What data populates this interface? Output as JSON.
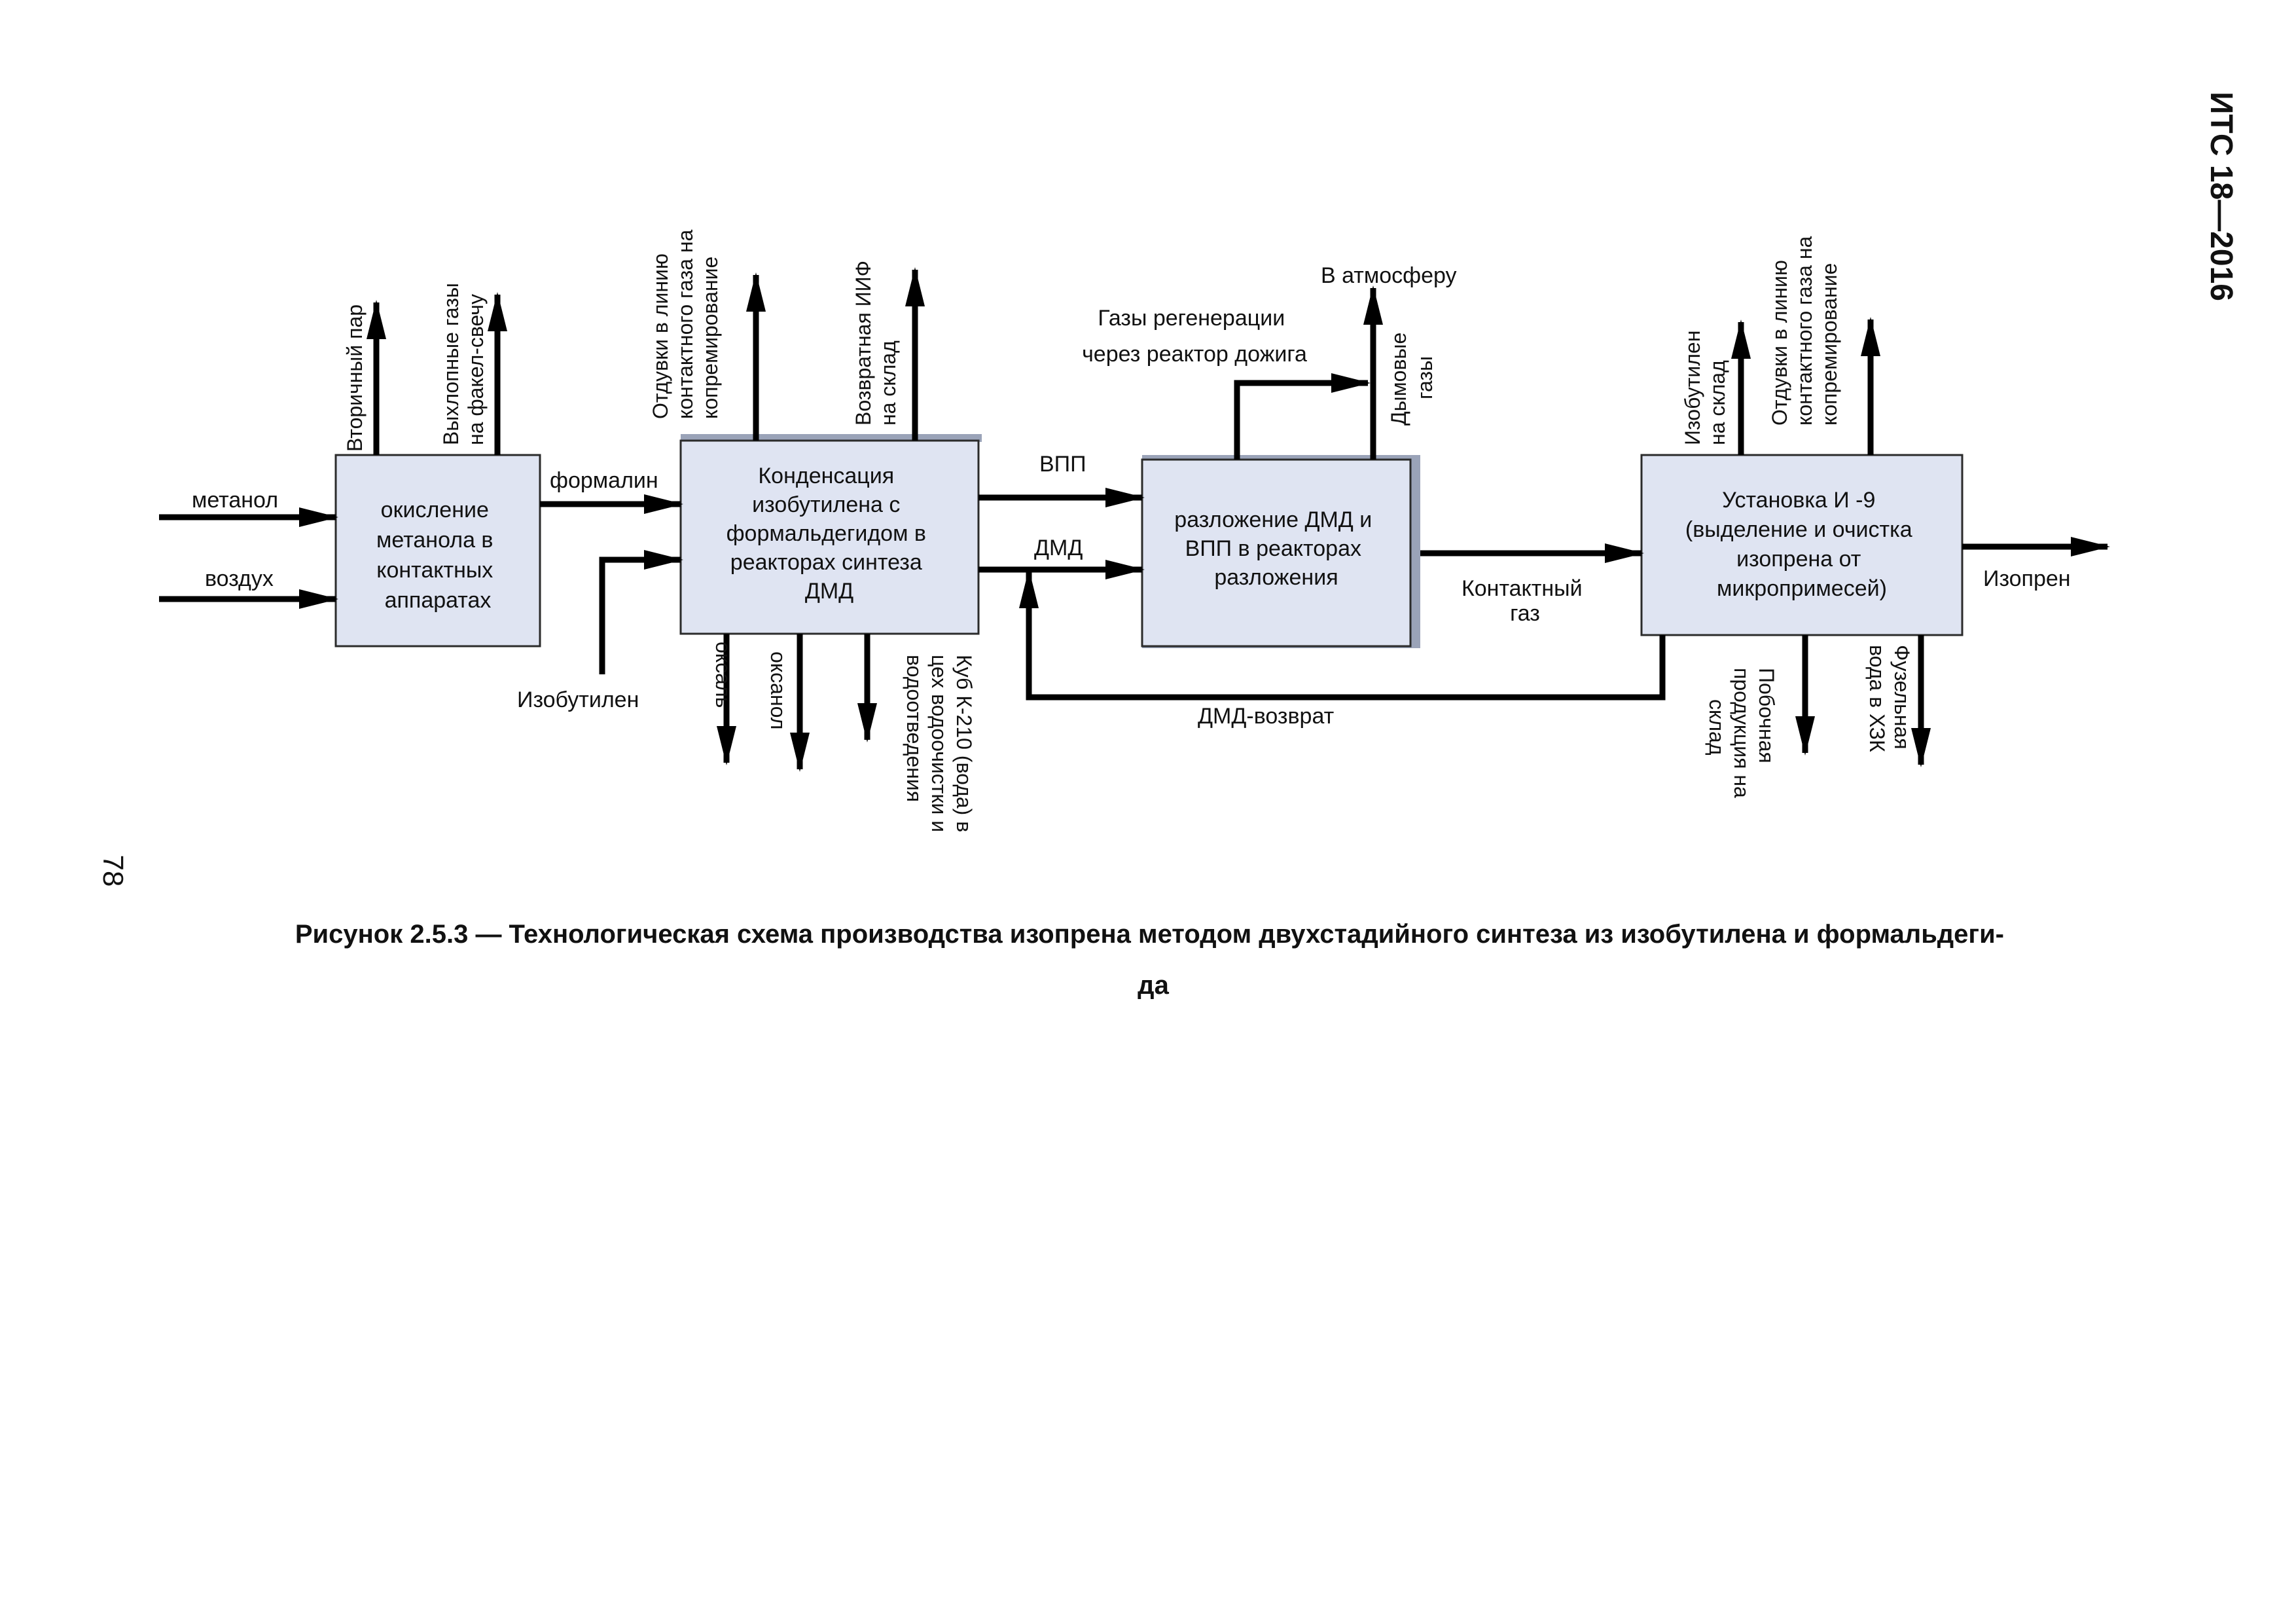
{
  "document": {
    "header": "ИТС 18—2016",
    "page_number": "78",
    "caption_line1": "Рисунок 2.5.3 — Технологическая схема производства изопрена методом двухстадийного синтеза из изобутилена и формальдеги-",
    "caption_line2": "да"
  },
  "boxes": {
    "oxidation": [
      "окисление",
      "метанола в",
      "контактных",
      "аппаратах"
    ],
    "condensation": [
      "Конденсация",
      "изобутилена с",
      "формальдегидом в",
      "реакторах синтеза",
      "ДМД"
    ],
    "decomposition": [
      "разложение ДМД и",
      "ВПП в реакторах",
      "разложения"
    ],
    "unit_i9": [
      "Установка  И -9",
      "(выделение и очистка",
      "изопрена от",
      "микропримесей)"
    ]
  },
  "inputs": {
    "methanol": "метанол",
    "air": "воздух",
    "isobutylene": "Изобутилен"
  },
  "flows": {
    "formalin": "формалин",
    "vpp": "ВПП",
    "dmd": "ДМД",
    "contact_gas": [
      "Контактный",
      "газ"
    ],
    "dmd_return": "ДМД-возврат",
    "isoprene": "Изопрен",
    "regen_gases": [
      "Газы регенерации",
      "через реактор дожига"
    ],
    "to_atmosphere": "В атмосферу"
  },
  "vertical_labels": {
    "secondary_steam": [
      "Вторичный пар"
    ],
    "exhaust_gases": [
      "Выхлопные газы",
      "на факел-свечу"
    ],
    "purge_1": [
      "Отдувки в линию",
      "контактного газа на",
      "копремирование"
    ],
    "return_iif": [
      "Возвратная ИИФ",
      "на склад"
    ],
    "flue_gases": [
      "Дымовые",
      "газы"
    ],
    "isobutylene_storage": [
      "Изобутилен",
      "на склад"
    ],
    "purge_2": [
      "Отдувки в линию",
      "контактного газа на",
      "копремирование"
    ],
    "oksal": [
      "оксаль"
    ],
    "oksanol": [
      "оксанол"
    ],
    "kub": [
      "Куб К-210 (вода) в",
      "цех водоочистки и",
      "водоотведения"
    ],
    "byproducts": [
      "Побочная",
      "продукция на",
      "склад"
    ],
    "fusel_water": [
      "Фузельная",
      "вода в ХЗК"
    ]
  }
}
